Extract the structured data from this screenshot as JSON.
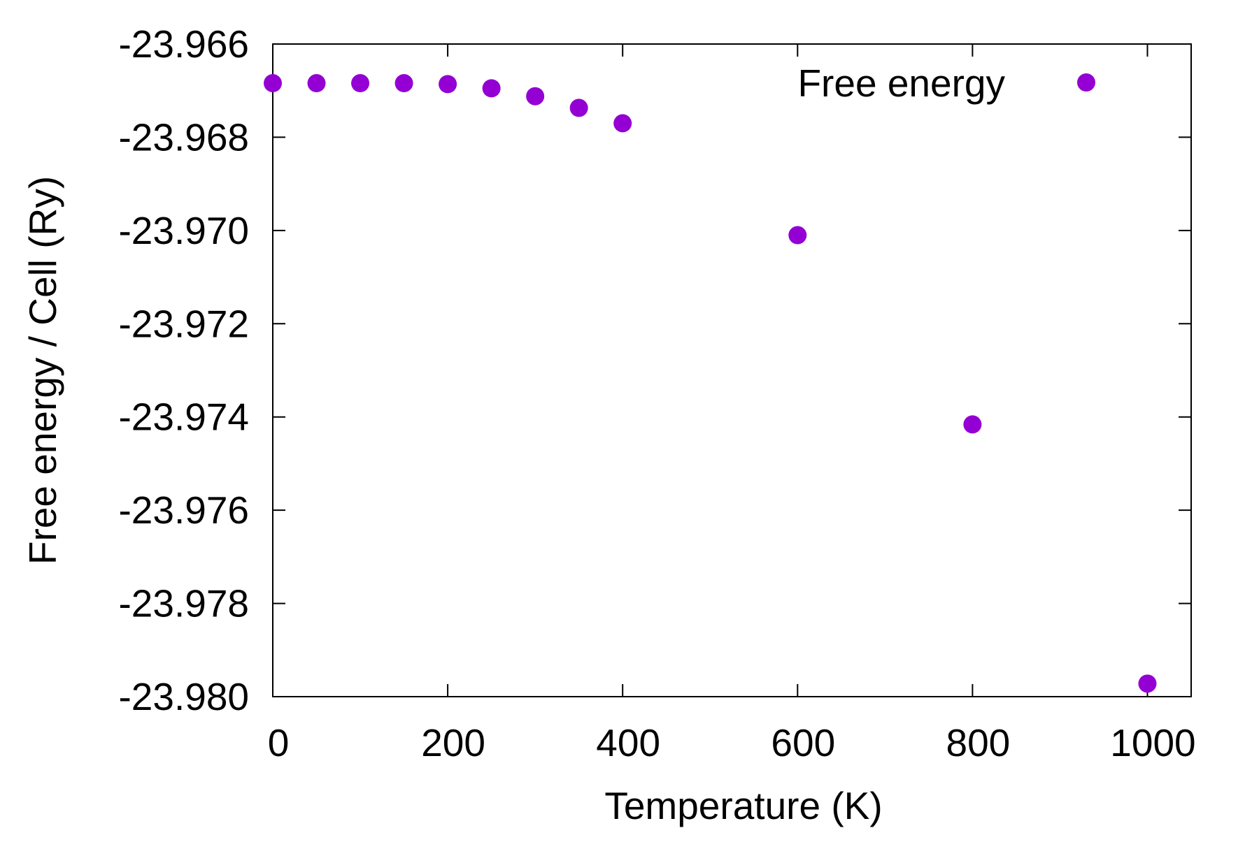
{
  "chart_data": {
    "type": "scatter",
    "title": "",
    "xlabel": "Temperature (K)",
    "ylabel": "Free energy / Cell (Ry)",
    "xlim": [
      0,
      1050
    ],
    "ylim": [
      -23.98,
      -23.966
    ],
    "xticks": [
      0,
      200,
      400,
      600,
      800,
      1000
    ],
    "xtick_labels": [
      "0",
      "200",
      "400",
      "600",
      "800",
      "1000"
    ],
    "yticks": [
      -23.966,
      -23.968,
      -23.97,
      -23.972,
      -23.974,
      -23.976,
      -23.978,
      -23.98
    ],
    "ytick_labels": [
      "-23.966",
      "-23.968",
      "-23.970",
      "-23.972",
      "-23.974",
      "-23.976",
      "-23.978",
      "-23.980"
    ],
    "grid": false,
    "legend_position": "top-right",
    "series": [
      {
        "name": "Free energy",
        "color": "#9400d3",
        "x": [
          0,
          50,
          100,
          150,
          200,
          250,
          300,
          350,
          400,
          600,
          800,
          1000
        ],
        "y": [
          -23.96684,
          -23.96684,
          -23.96684,
          -23.96684,
          -23.96686,
          -23.96695,
          -23.96712,
          -23.96737,
          -23.9677,
          -23.9701,
          -23.97416,
          -23.97972
        ]
      }
    ]
  }
}
